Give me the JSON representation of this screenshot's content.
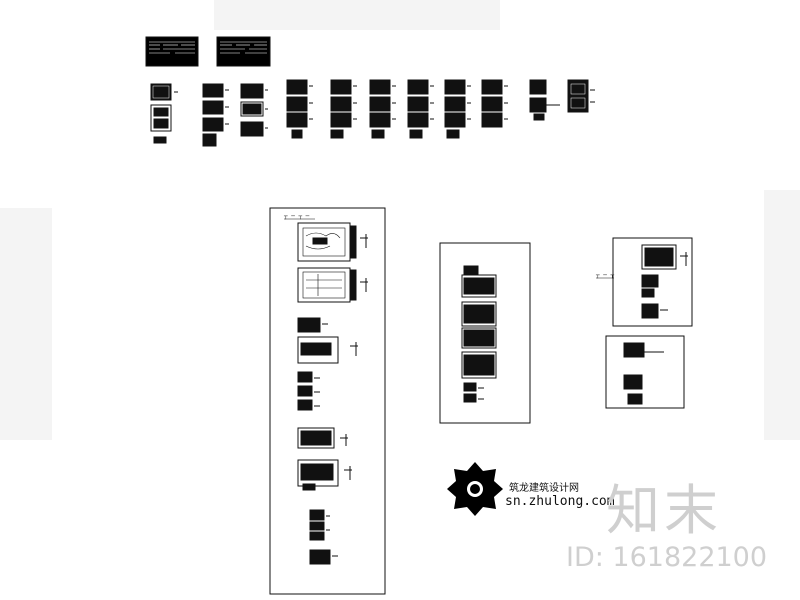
{
  "site": {
    "name_cn": "筑龙建筑设计网",
    "url": "sn.zhulong.com"
  },
  "watermark": {
    "logo_text": "知末",
    "id_text": "ID: 161822100"
  },
  "colors": {
    "line": "#111111",
    "thumb_fill": "#000000",
    "watermark": "#cfcfcf",
    "background": "#ffffff"
  }
}
